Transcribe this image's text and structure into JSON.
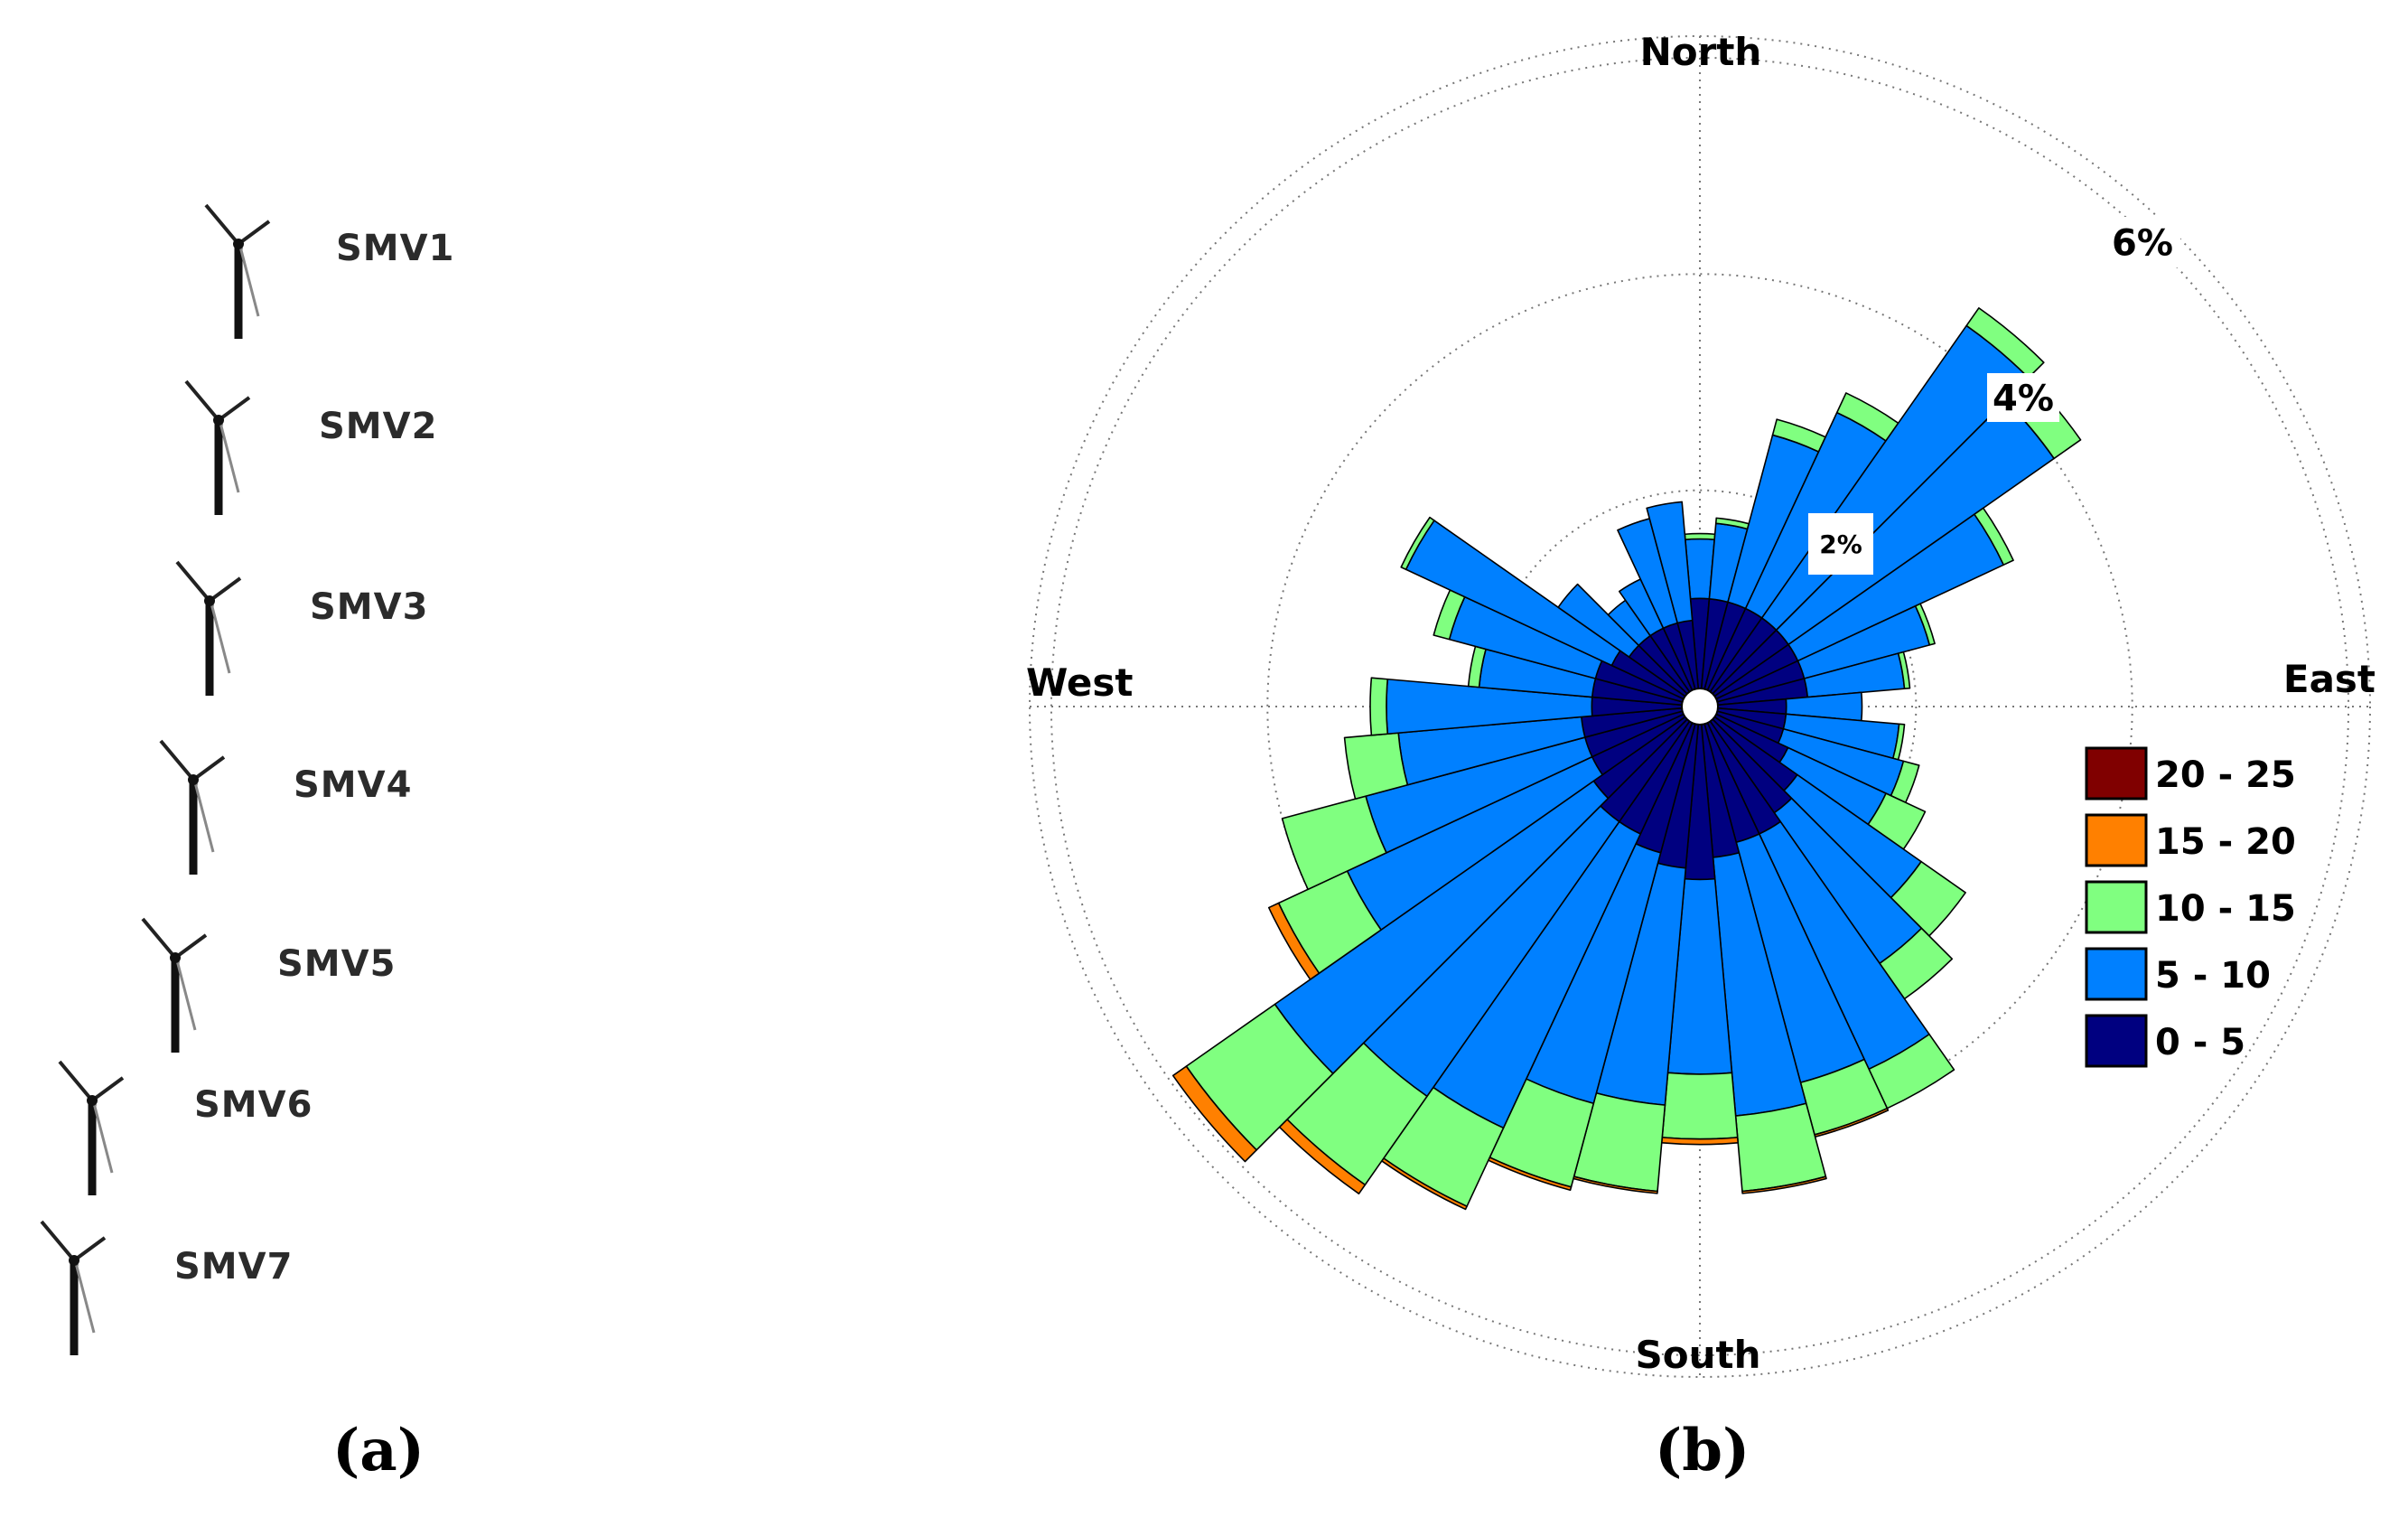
{
  "panel_a": {
    "label": "(a)",
    "turbines": [
      "SMV1",
      "SMV2",
      "SMV3",
      "SMV4",
      "SMV5",
      "SMV6",
      "SMV7"
    ]
  },
  "panel_b": {
    "label": "(b)"
  },
  "chart_data": {
    "type": "wind-rose",
    "directions": {
      "north": "North",
      "east": "East",
      "south": "South",
      "west": "West"
    },
    "ring_labels": [
      "2%",
      "4%",
      "6%"
    ],
    "ring_values": [
      2,
      4,
      6
    ],
    "max_radius_percent": 6.2,
    "sector_count": 36,
    "sector_width_deg": 10,
    "grid": true,
    "legend_position": "right",
    "speed_bins": [
      {
        "label": "0 - 5",
        "color": "#000080"
      },
      {
        "label": "5 - 10",
        "color": "#0080ff"
      },
      {
        "label": "10 - 15",
        "color": "#80ff80"
      },
      {
        "label": "15 - 20",
        "color": "#ff8000"
      },
      {
        "label": "20 - 25",
        "color": "#800000"
      }
    ],
    "sectors": [
      {
        "direction_deg": 0,
        "cumulative_percent": [
          1.0,
          1.55,
          1.6,
          1.6,
          1.6
        ]
      },
      {
        "direction_deg": 10,
        "cumulative_percent": [
          1.0,
          1.7,
          1.75,
          1.75,
          1.75
        ]
      },
      {
        "direction_deg": 20,
        "cumulative_percent": [
          1.0,
          2.6,
          2.75,
          2.75,
          2.75
        ]
      },
      {
        "direction_deg": 30,
        "cumulative_percent": [
          1.0,
          3.0,
          3.2,
          3.2,
          3.2
        ]
      },
      {
        "direction_deg": 40,
        "cumulative_percent": [
          1.0,
          4.3,
          4.5,
          4.5,
          4.5
        ]
      },
      {
        "direction_deg": 50,
        "cumulative_percent": [
          1.0,
          4.0,
          4.3,
          4.3,
          4.3
        ]
      },
      {
        "direction_deg": 60,
        "cumulative_percent": [
          1.0,
          3.1,
          3.2,
          3.2,
          3.2
        ]
      },
      {
        "direction_deg": 70,
        "cumulative_percent": [
          1.0,
          2.2,
          2.25,
          2.25,
          2.25
        ]
      },
      {
        "direction_deg": 80,
        "cumulative_percent": [
          1.0,
          1.9,
          1.95,
          1.95,
          1.95
        ]
      },
      {
        "direction_deg": 90,
        "cumulative_percent": [
          0.8,
          1.5,
          1.5,
          1.5,
          1.5
        ]
      },
      {
        "direction_deg": 100,
        "cumulative_percent": [
          0.8,
          1.85,
          1.9,
          1.9,
          1.9
        ]
      },
      {
        "direction_deg": 110,
        "cumulative_percent": [
          0.8,
          1.95,
          2.1,
          2.1,
          2.1
        ]
      },
      {
        "direction_deg": 120,
        "cumulative_percent": [
          0.9,
          1.9,
          2.3,
          2.3,
          2.3
        ]
      },
      {
        "direction_deg": 130,
        "cumulative_percent": [
          1.1,
          2.5,
          3.0,
          3.0,
          3.0
        ]
      },
      {
        "direction_deg": 140,
        "cumulative_percent": [
          1.2,
          2.9,
          3.3,
          3.3,
          3.3
        ]
      },
      {
        "direction_deg": 150,
        "cumulative_percent": [
          1.3,
          3.7,
          4.1,
          4.1,
          4.1
        ]
      },
      {
        "direction_deg": 160,
        "cumulative_percent": [
          1.3,
          3.6,
          4.1,
          4.12,
          4.12
        ]
      },
      {
        "direction_deg": 170,
        "cumulative_percent": [
          1.4,
          3.8,
          4.5,
          4.52,
          4.52
        ]
      },
      {
        "direction_deg": 180,
        "cumulative_percent": [
          1.6,
          3.4,
          4.0,
          4.05,
          4.05
        ]
      },
      {
        "direction_deg": 190,
        "cumulative_percent": [
          1.5,
          3.7,
          4.5,
          4.52,
          4.52
        ]
      },
      {
        "direction_deg": 200,
        "cumulative_percent": [
          1.4,
          3.8,
          4.6,
          4.63,
          4.63
        ]
      },
      {
        "direction_deg": 210,
        "cumulative_percent": [
          1.3,
          4.3,
          5.1,
          5.13,
          5.13
        ]
      },
      {
        "direction_deg": 220,
        "cumulative_percent": [
          1.3,
          4.4,
          5.4,
          5.5,
          5.5
        ]
      },
      {
        "direction_deg": 230,
        "cumulative_percent": [
          1.2,
          4.8,
          5.8,
          5.95,
          5.95
        ]
      },
      {
        "direction_deg": 240,
        "cumulative_percent": [
          1.1,
          3.6,
          4.3,
          4.4,
          4.4
        ]
      },
      {
        "direction_deg": 250,
        "cumulative_percent": [
          1.1,
          3.2,
          4.0,
          4.0,
          4.0
        ]
      },
      {
        "direction_deg": 260,
        "cumulative_percent": [
          1.1,
          2.8,
          3.3,
          3.3,
          3.3
        ]
      },
      {
        "direction_deg": 270,
        "cumulative_percent": [
          1.0,
          2.9,
          3.05,
          3.05,
          3.05
        ]
      },
      {
        "direction_deg": 280,
        "cumulative_percent": [
          1.0,
          2.05,
          2.15,
          2.15,
          2.15
        ]
      },
      {
        "direction_deg": 290,
        "cumulative_percent": [
          1.0,
          2.4,
          2.55,
          2.55,
          2.55
        ]
      },
      {
        "direction_deg": 300,
        "cumulative_percent": [
          0.9,
          3.0,
          3.05,
          3.05,
          3.05
        ]
      },
      {
        "direction_deg": 310,
        "cumulative_percent": [
          0.8,
          1.6,
          1.6,
          1.6,
          1.6
        ]
      },
      {
        "direction_deg": 320,
        "cumulative_percent": [
          0.8,
          1.2,
          1.2,
          1.2,
          1.2
        ]
      },
      {
        "direction_deg": 330,
        "cumulative_percent": [
          0.8,
          1.3,
          1.3,
          1.3,
          1.3
        ]
      },
      {
        "direction_deg": 340,
        "cumulative_percent": [
          0.8,
          1.8,
          1.8,
          1.8,
          1.8
        ]
      },
      {
        "direction_deg": 350,
        "cumulative_percent": [
          0.8,
          1.9,
          1.9,
          1.9,
          1.9
        ]
      }
    ]
  }
}
